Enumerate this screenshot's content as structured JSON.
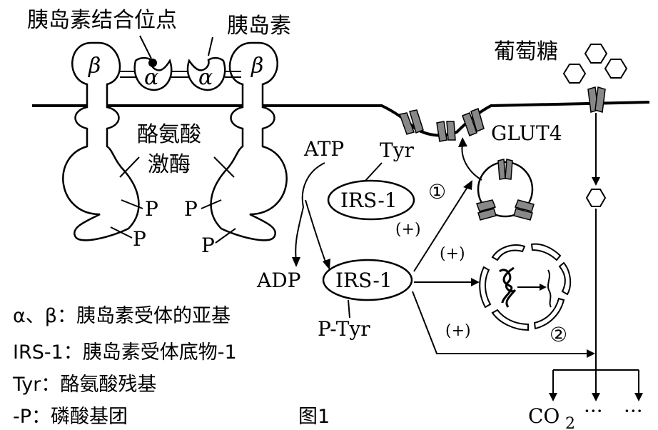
{
  "labels": {
    "insulin_binding_site": "胰岛素结合位点",
    "insulin": "胰岛素",
    "glucose": "葡萄糖",
    "alpha": "α",
    "beta": "β",
    "tyrosine_kinase_line1": "酪氨酸",
    "tyrosine_kinase_line2": "激酶",
    "atp": "ATP",
    "adp": "ADP",
    "tyr": "Tyr",
    "p_tyr": "P-Tyr",
    "irs1": "IRS-1",
    "glut4": "GLUT4",
    "phosphate": "P",
    "plus": "(+)",
    "circle_1": "①",
    "circle_2": "②",
    "co2": "CO",
    "co2_sub": "2",
    "ellipsis": "···",
    "figure_caption": "图1"
  },
  "legend": [
    "α、β：胰岛素受体的亚基",
    "IRS-1：胰岛素受体底物-1",
    "Tyr：酪氨酸残基",
    "-P：磷酸基团"
  ]
}
